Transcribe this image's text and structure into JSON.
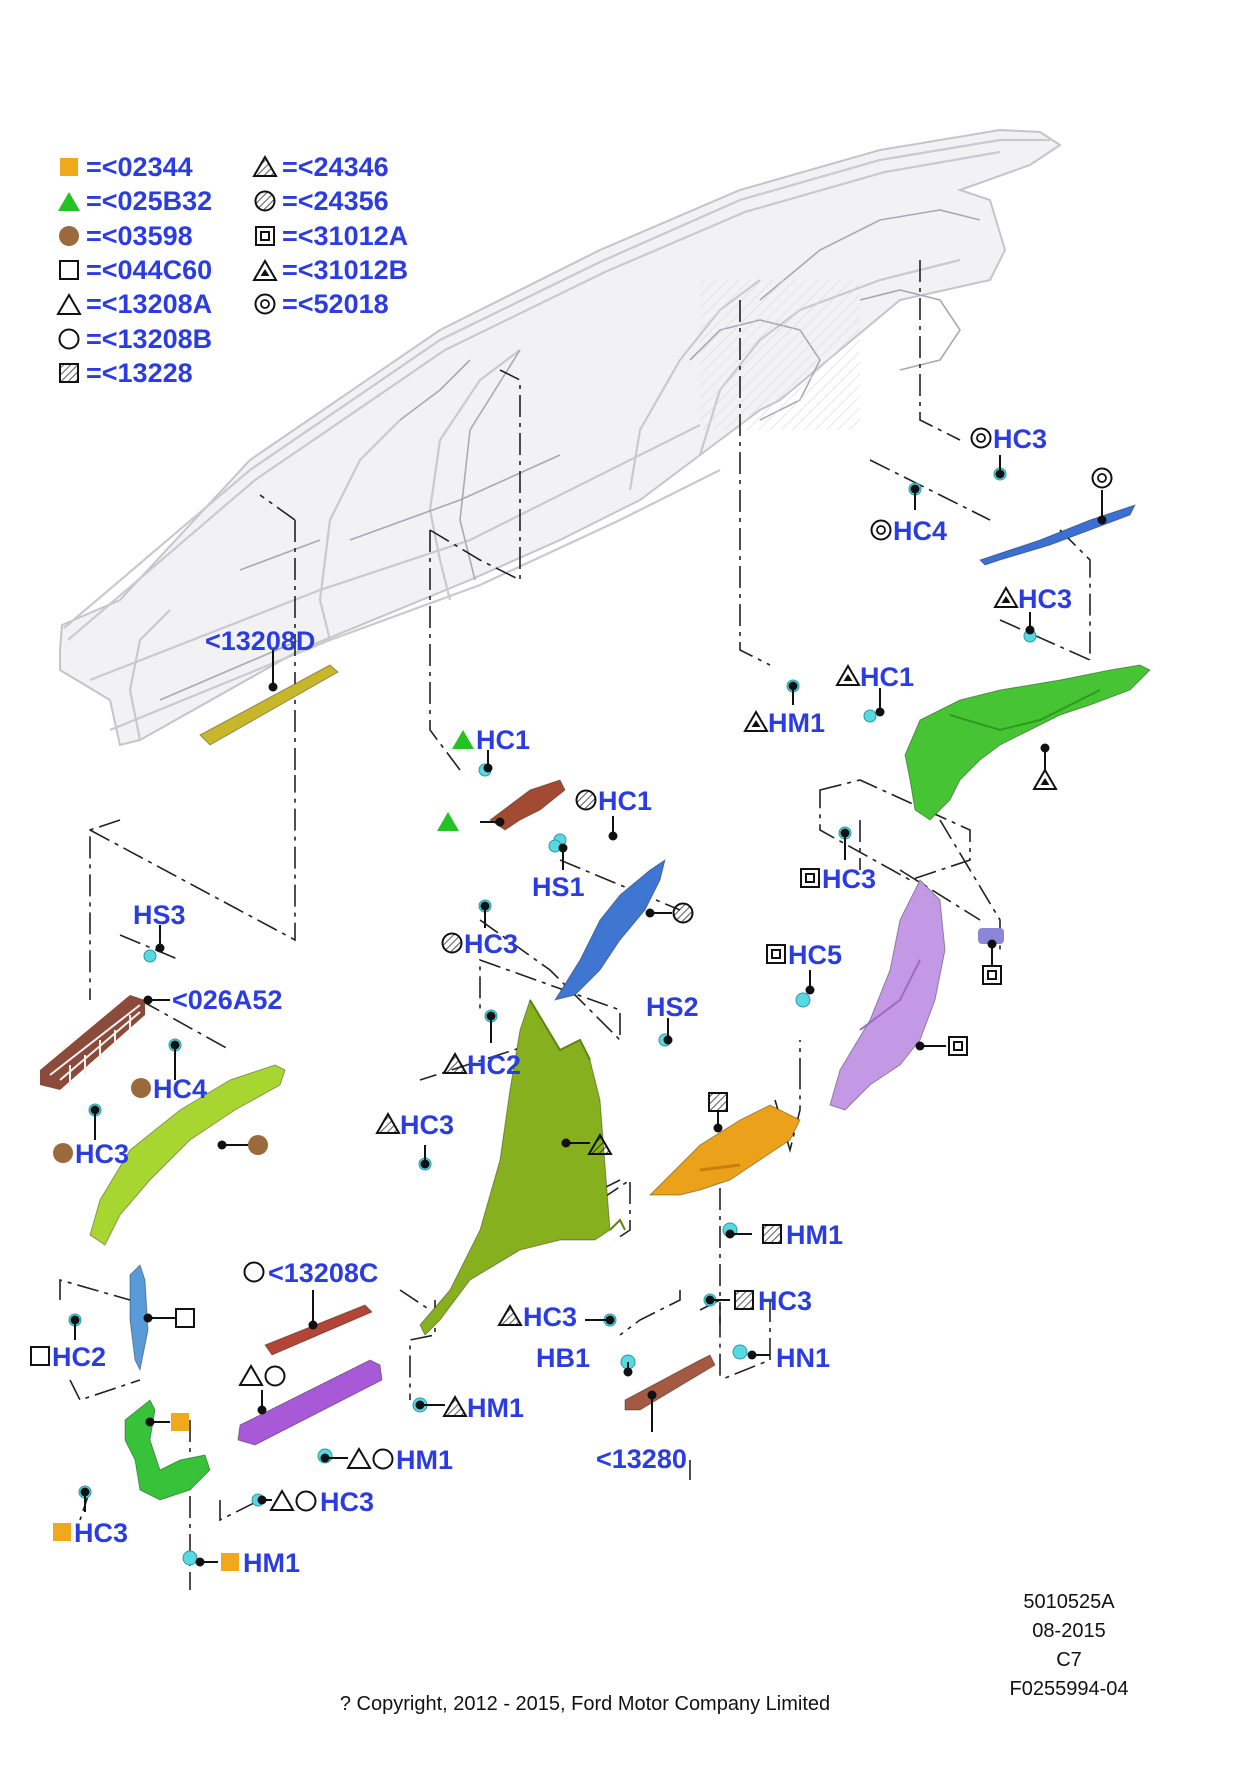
{
  "legend": [
    {
      "symbol": "filled-square-orange-icon",
      "code": "=<02344"
    },
    {
      "symbol": "filled-triangle-green-icon",
      "code": "=<025B32"
    },
    {
      "symbol": "filled-circle-brown-icon",
      "code": "=<03598"
    },
    {
      "symbol": "square-outline-icon",
      "code": "=<044C60"
    },
    {
      "symbol": "triangle-outline-icon",
      "code": "=<13208A"
    },
    {
      "symbol": "circle-outline-icon",
      "code": "=<13208B"
    },
    {
      "symbol": "hatched-square-icon",
      "code": "=<13228"
    },
    {
      "symbol": "hatched-triangle-icon",
      "code": "=<24346"
    },
    {
      "symbol": "hatched-circle-icon",
      "code": "=<24356"
    },
    {
      "symbol": "square-in-square-icon",
      "code": "=<31012A"
    },
    {
      "symbol": "triangle-in-triangle-icon",
      "code": "=<31012B"
    },
    {
      "symbol": "circle-in-circle-icon",
      "code": "=<52018"
    }
  ],
  "callouts": {
    "c_13208d": "<13208D",
    "c_hs3": "HS3",
    "c_026a52": "<026A52",
    "c_hc4_left": "HC4",
    "c_hc3_left": "HC3",
    "c_hc2_left": "HC2",
    "c_hc3_bl": "HC3",
    "c_hm1_bl": "HM1",
    "c_13208c": "<13208C",
    "c_hm1_mid": "HM1",
    "c_hc3_mid": "HC3",
    "c_hc1_green": "HC1",
    "c_hc1_hatch": "HC1",
    "c_hs1": "HS1",
    "c_hc3_hatchc": "HC3",
    "c_hs2": "HS2",
    "c_hc2_tri": "HC2",
    "c_hc3_tri_mid": "HC3",
    "c_hm1_tri": "HM1",
    "c_hc3_tri_low": "HC3",
    "c_hm1_hsq": "HM1",
    "c_hc3_hsq": "HC3",
    "c_hb1": "HB1",
    "c_hn1": "HN1",
    "c_13280": "<13280",
    "c_hc3_sq": "HC3",
    "c_hc5": "HC5",
    "c_hm1_tt": "HM1",
    "c_hc1_tt": "HC1",
    "c_hc3_tt": "HC3",
    "c_hc3_cc": "HC3",
    "c_hc4_cc": "HC4"
  },
  "colors": {
    "label_blue": "#2b3ce0",
    "orange": "#f0a81c",
    "green": "#22c322",
    "brown": "#9b6a3c",
    "clip_cyan": "#58d8e0"
  },
  "footer": {
    "ref_line1": "5010525A",
    "ref_line2": "08-2015",
    "ref_line3": "C7",
    "ref_line4": "F0255994-04",
    "copyright": "? Copyright, 2012 - 2015, Ford Motor Company Limited"
  }
}
